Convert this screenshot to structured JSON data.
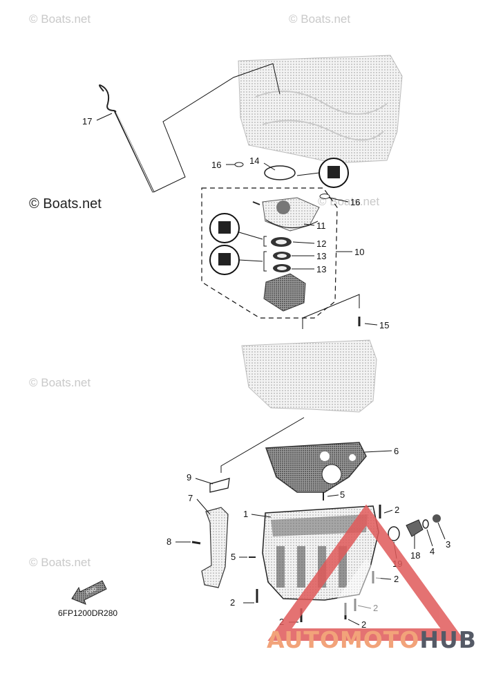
{
  "watermarks": {
    "boats": "© Boats.net"
  },
  "diagram_code": "6FP1200DR280",
  "brand": {
    "part1": "AUTOMOTO",
    "part2": "HUB",
    "color_primary": "#f2a37a",
    "color_secondary": "#555a66",
    "triangle_color": "#e05a5a"
  },
  "callouts": [
    "1",
    "2",
    "3",
    "4",
    "5",
    "6",
    "7",
    "8",
    "9",
    "10",
    "11",
    "12",
    "13",
    "14",
    "15",
    "16",
    "17",
    "18",
    "19"
  ],
  "front_arrow_label": "FWD"
}
